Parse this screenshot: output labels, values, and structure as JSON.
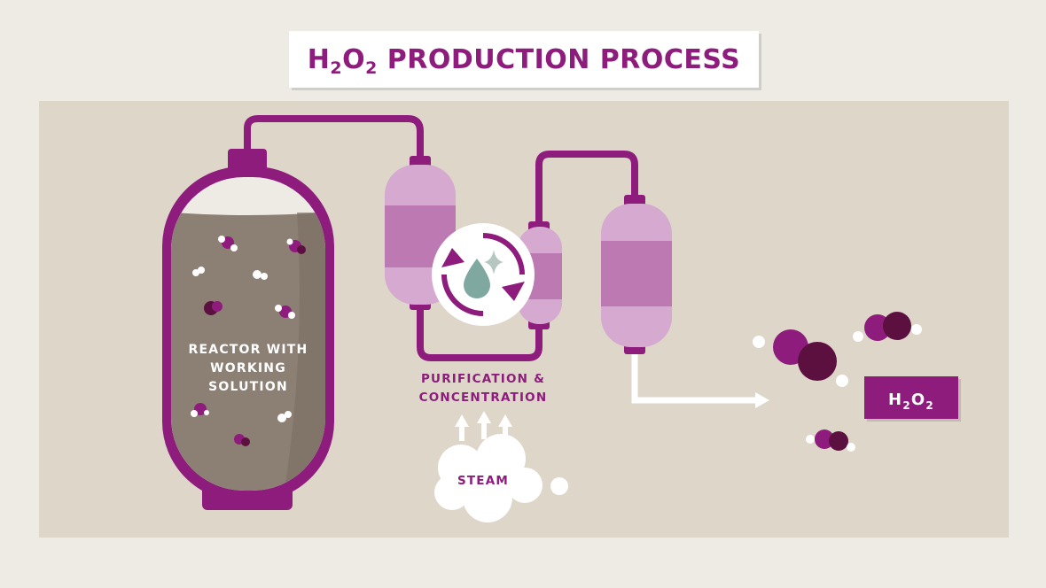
{
  "title": {
    "prefix": "H",
    "sub1": "2",
    "mid": "O",
    "sub2": "2",
    "rest": " PRODUCTION PROCESS"
  },
  "reactor": {
    "line1": "REACTOR WITH",
    "line2": "WORKING",
    "line3": "SOLUTION"
  },
  "purification": {
    "line1": "PURIFICATION &",
    "line2": "CONCENTRATION"
  },
  "steam": {
    "label": "STEAM"
  },
  "product": {
    "h": "H",
    "sub1": "2",
    "o": "O",
    "sub2": "2"
  },
  "colors": {
    "purple": "#8e1c7d",
    "dark_purple": "#5c1040",
    "light_purple": "#d6a9d0",
    "mid_purple": "#bc79b2",
    "panel": "#ddd6c9",
    "liquid": "#8c7f74",
    "teal_drop": "#7fa8a0",
    "sparkle": "#b6c7c2"
  }
}
